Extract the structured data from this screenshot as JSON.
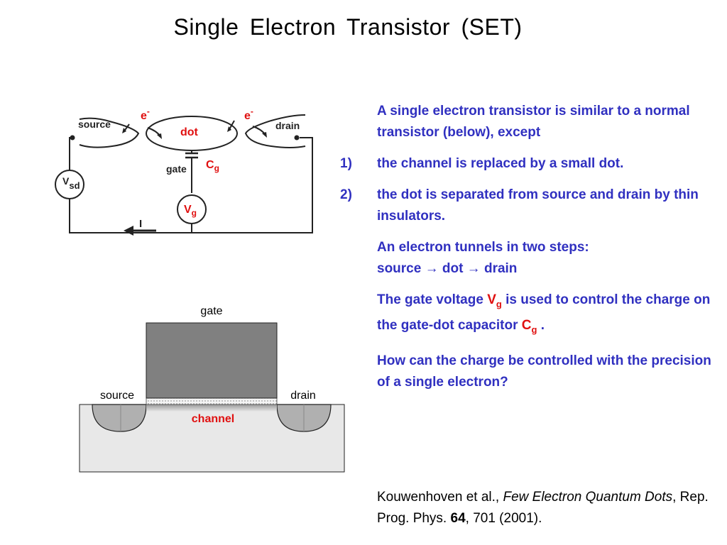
{
  "slide": {
    "title": "Single  Electron  Transistor  (SET)"
  },
  "circuit": {
    "source_label": "source",
    "drain_label": "drain",
    "dot_label": "dot",
    "gate_label": "gate",
    "electron_left": "e",
    "electron_right": "e",
    "electron_sup": "-",
    "cap_main": "C",
    "cap_sub": "g",
    "vsd_main": "V",
    "vsd_sub": "sd",
    "vg_main": "V",
    "vg_sub": "g",
    "current_label": "I"
  },
  "device": {
    "gate_label": "gate",
    "source_label": "source",
    "drain_label": "drain",
    "channel_label": "channel"
  },
  "text": {
    "intro": "A  single  electron transistor is similar to a normal transistor (below), except",
    "point1_num": "1)",
    "point1": "the channel is replaced by a small dot.",
    "point2_num": "2)",
    "point2": "the dot is separated from source and drain by thin insulators.",
    "tunnel_line1": "An electron tunnels in two steps:",
    "tunnel_line2": "source → dot → drain",
    "gate_pre": "The gate voltage ",
    "gate_vg": "V",
    "gate_vg_sub": "g",
    "gate_mid": " is used to control the charge on the gate-dot capacitor ",
    "gate_cg": "C",
    "gate_cg_sub": "g",
    "gate_end": " .",
    "question": "How can the charge be controlled with the precision of a single electron?"
  },
  "citation": {
    "authors": "Kouwenhoven et al., ",
    "journal_title": "Few Electron Quantum Dots",
    "rest1": ", Rep. Prog. Phys. ",
    "volume": "64",
    "rest2": ", 701 (2001)."
  },
  "colors": {
    "text_blue": "#3030c0",
    "highlight_red": "#e01010",
    "gate_gray": "#808080",
    "substrate_gray": "#e8e8e8",
    "well_gray": "#b0b0b0"
  }
}
